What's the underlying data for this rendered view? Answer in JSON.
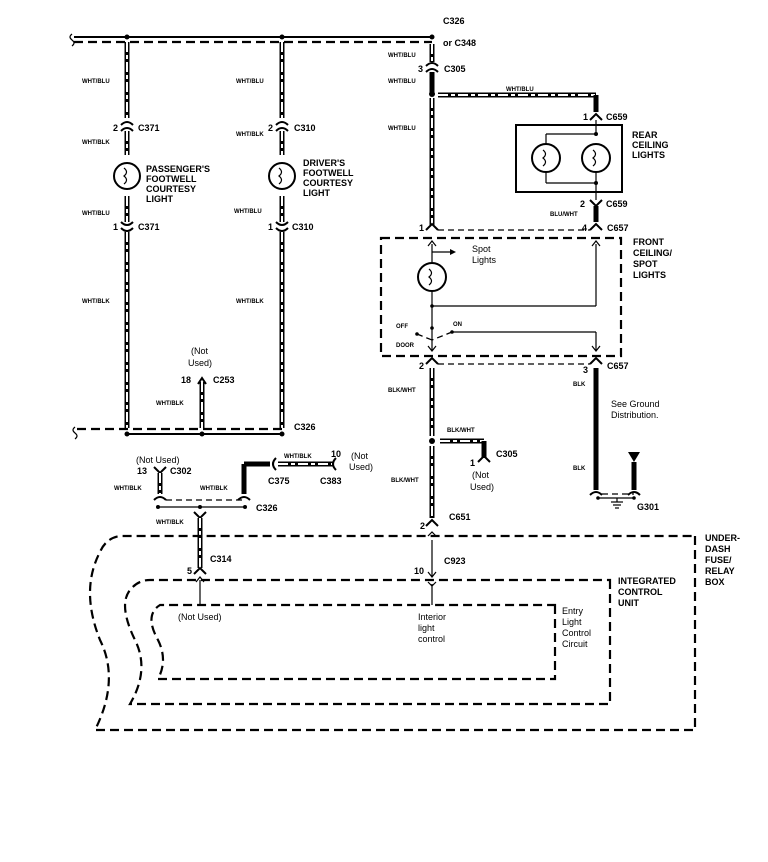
{
  "title": "Interior Lights / Courtesy Lights Wiring Diagram",
  "top_bus": {
    "connectors": [
      "C326",
      "or C348"
    ]
  },
  "bottom_bus": {
    "connector": "C326"
  },
  "passenger": {
    "wire_top": "WHT/BLU",
    "conn_top": "C371",
    "pin_top": "2",
    "wire_mid": "WHT/BLK",
    "component": [
      "PASSENGER'S",
      "FOOTWELL",
      "COURTESY",
      "LIGHT"
    ],
    "wire_below": "WHT/BLU",
    "conn_bottom": "C371",
    "pin_bottom": "1",
    "wire_long": "WHT/BLK"
  },
  "driver": {
    "wire_top": "WHT/BLU",
    "conn_top": "C310",
    "pin_top": "2",
    "wire_mid": "WHT/BLK",
    "component": [
      "DRIVER'S",
      "FOOTWELL",
      "COURTESY",
      "LIGHT"
    ],
    "wire_below": "WHT/BLU",
    "conn_bottom": "C310",
    "pin_bottom": "1",
    "wire_long": "WHT/BLK"
  },
  "c253": {
    "note": [
      "(Not",
      "Used)"
    ],
    "pin": "18",
    "conn": "C253",
    "wire": "WHT/BLK"
  },
  "right_branch": {
    "wire1": "WHT/BLU",
    "pin_c305": "3",
    "conn_c305": "C305",
    "wire2": "WHT/BLU",
    "wire_horiz": "WHT/BLU",
    "wire_down": "WHT/BLU"
  },
  "rear_ceiling": {
    "pin_top": "1",
    "conn_top": "C659",
    "label": [
      "REAR",
      "CEILING",
      "LIGHTS"
    ],
    "pin_bottom": "2",
    "conn_bottom": "C659",
    "wire": "BLU/WHT"
  },
  "front_ceiling": {
    "pin_left_top": "1",
    "pin_right_top": "4",
    "conn_top": "C657",
    "spot": [
      "Spot",
      "Lights"
    ],
    "label": [
      "FRONT",
      "CEILING/",
      "SPOT",
      "LIGHTS"
    ],
    "switch_off": "OFF",
    "switch_on": "ON",
    "switch_door": "DOOR",
    "pin_left_bottom": "2",
    "pin_right_bottom": "3",
    "conn_bottom": "C657"
  },
  "ground": {
    "wire1": "BLK",
    "note": [
      "See Ground",
      "Distribution."
    ],
    "wire2": "BLK",
    "conn": "G301"
  },
  "blk_wht": {
    "wire1": "BLK/WHT",
    "wire_horiz": "BLK/WHT",
    "pin_c305": "1",
    "conn_c305": "C305",
    "not_used": [
      "(Not",
      "Used)"
    ],
    "wire2": "BLK/WHT",
    "conn_c651": "C651",
    "pin_c651": "2"
  },
  "lower_left": {
    "not_used_c302": "(Not Used)",
    "pin_c302": "13",
    "conn_c302": "C302",
    "wire_c302": "WHT/BLK",
    "wire_c375": "WHT/BLK",
    "conn_c375": "C375",
    "wire_c383": "WHT/BLK",
    "pin_c383": "10",
    "not_used_c383": [
      "(Not",
      "Used)"
    ],
    "conn_c383": "C383",
    "conn_c326": "C326",
    "wire_c314": "WHT/BLK",
    "conn_c314": "C314",
    "pin_c314": "5"
  },
  "boxes": {
    "underdash": [
      "UNDER-",
      "DASH",
      "FUSE/",
      "RELAY",
      "BOX"
    ],
    "icu": [
      "INTEGRATED",
      "CONTROL",
      "UNIT"
    ],
    "entry": [
      "Entry",
      "Light",
      "Control",
      "Circuit"
    ],
    "c923": "C923",
    "pin_c923": "10",
    "not_used": "(Not Used)",
    "interior": [
      "Interior",
      "light",
      "control"
    ]
  }
}
